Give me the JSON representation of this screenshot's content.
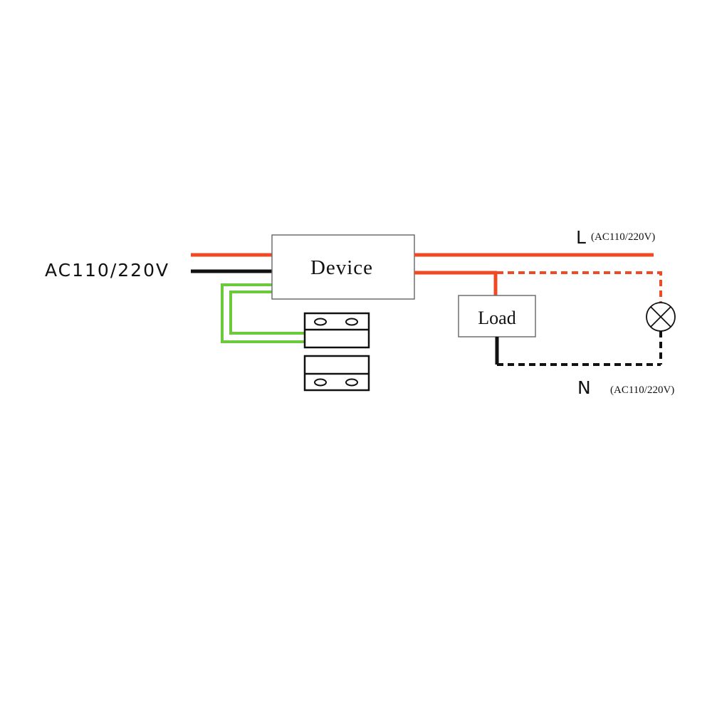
{
  "labels": {
    "input_voltage": "AC110/220V",
    "device": "Device",
    "load": "Load",
    "live": "L",
    "live_voltage": "(AC110/220V)",
    "neutral": "N",
    "neutral_voltage": "(AC110/220V)"
  },
  "colors": {
    "live_wire": "#f04a24",
    "neutral_wire": "#111111",
    "sensor_wire": "#6cc93a",
    "box_border": "#6f6f6f",
    "text": "#111111"
  },
  "icons": {
    "lamp": "lamp-icon",
    "sensor_upper": "magnetic-sensor-icon",
    "sensor_lower": "magnet-icon"
  }
}
